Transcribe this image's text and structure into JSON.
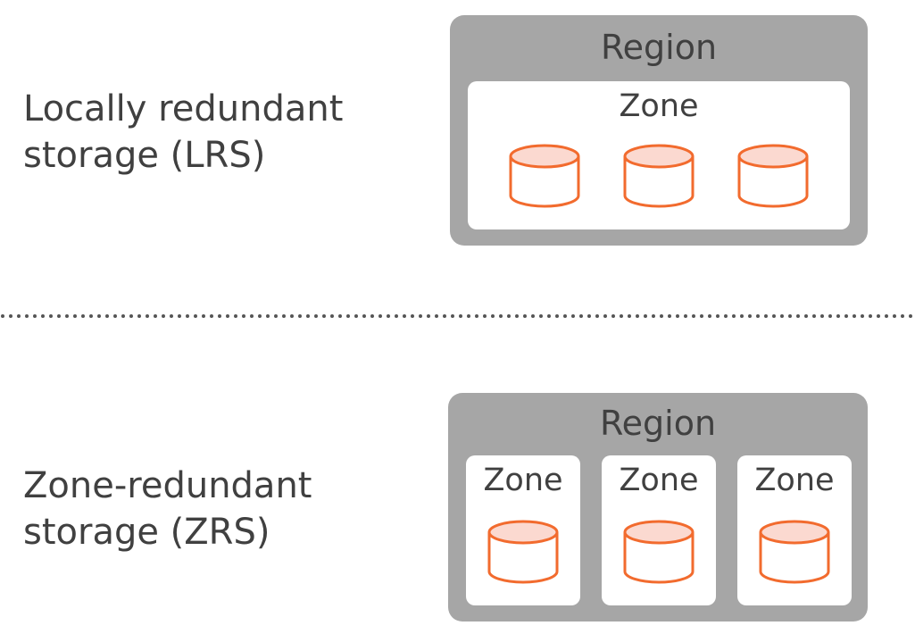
{
  "lrs": {
    "label_line1": "Locally redundant",
    "label_line2": "storage (LRS)",
    "region_title": "Region",
    "zone_title": "Zone",
    "disk_icons": [
      "database-icon",
      "database-icon",
      "database-icon"
    ]
  },
  "zrs": {
    "label_line1": "Zone-redundant",
    "label_line2": "storage (ZRS)",
    "region_title": "Region",
    "zones": [
      {
        "title": "Zone",
        "icon": "database-icon"
      },
      {
        "title": "Zone",
        "icon": "database-icon"
      },
      {
        "title": "Zone",
        "icon": "database-icon"
      }
    ]
  },
  "colors": {
    "region_fill": "#a6a6a6",
    "zone_fill": "#ffffff",
    "disk_stroke": "#f26b2e",
    "disk_top_fill": "#fbd9d0",
    "text": "#404040",
    "divider": "#555555"
  }
}
